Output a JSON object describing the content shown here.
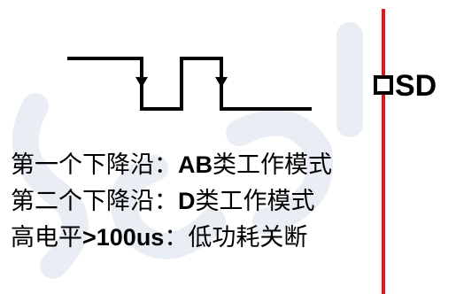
{
  "pin": {
    "label": "SD",
    "line_color": "#e8141c"
  },
  "mode_lines": [
    {
      "prefix": "第一个下降沿：",
      "emph": "AB",
      "suffix": "类工作模式"
    },
    {
      "prefix": "第二个下降沿：",
      "emph": "D",
      "suffix": "类工作模式"
    },
    {
      "prefix": "高电平",
      "emph": ">100us",
      "suffix": "：低功耗关断"
    }
  ],
  "waveform": {
    "falling_edges_marked": 2,
    "stroke_color": "#000000"
  },
  "watermark": {
    "text": "SOUL",
    "color": "#e9eef5"
  }
}
